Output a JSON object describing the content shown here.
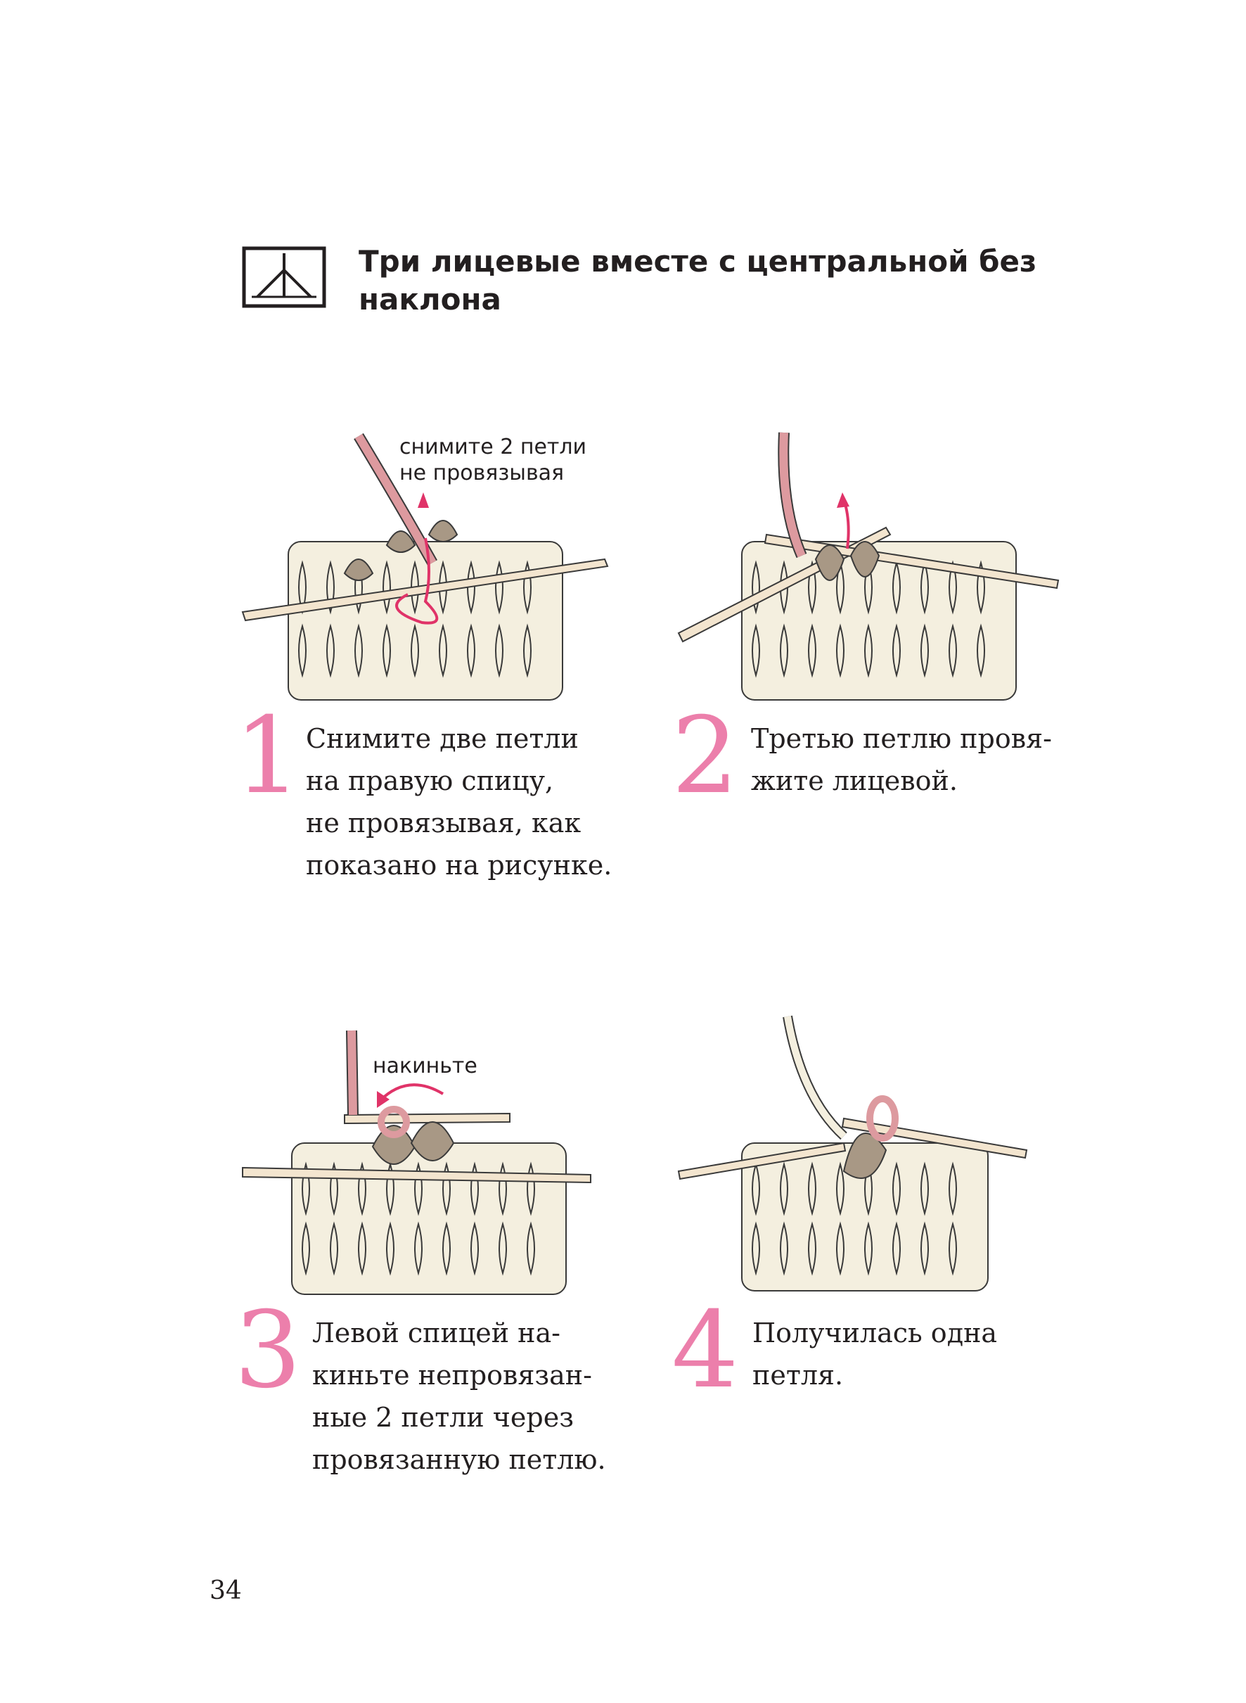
{
  "heading": {
    "symbol_icon": "three-together-center-decrease-icon",
    "title": "Три лицевые вместе с центральной без\nнаклона"
  },
  "colors": {
    "accent_pink": "#ec7fab",
    "arrow_red": "#e03368",
    "yarn_cream": "#f2ecd9",
    "stitch_taupe": "#a89885",
    "needle": "#f3e5cf",
    "working_yarn": "#dd9a9f"
  },
  "steps": [
    {
      "number": "1",
      "text": "Снимите две петли\nна правую спицу,\nне провязывая, как\nпоказано на рисунке.",
      "label": [
        "снимите 2 петли",
        "не провязывая"
      ]
    },
    {
      "number": "2",
      "text": "Третью петлю провя-\nжите лицевой."
    },
    {
      "number": "3",
      "text": "Левой спицей на-\nкиньте непровязан-\nные 2 петли через\nпровязанную петлю.",
      "label": [
        "накиньте"
      ]
    },
    {
      "number": "4",
      "text": "Получилась одна\nпетля."
    }
  ],
  "page_number": "34"
}
